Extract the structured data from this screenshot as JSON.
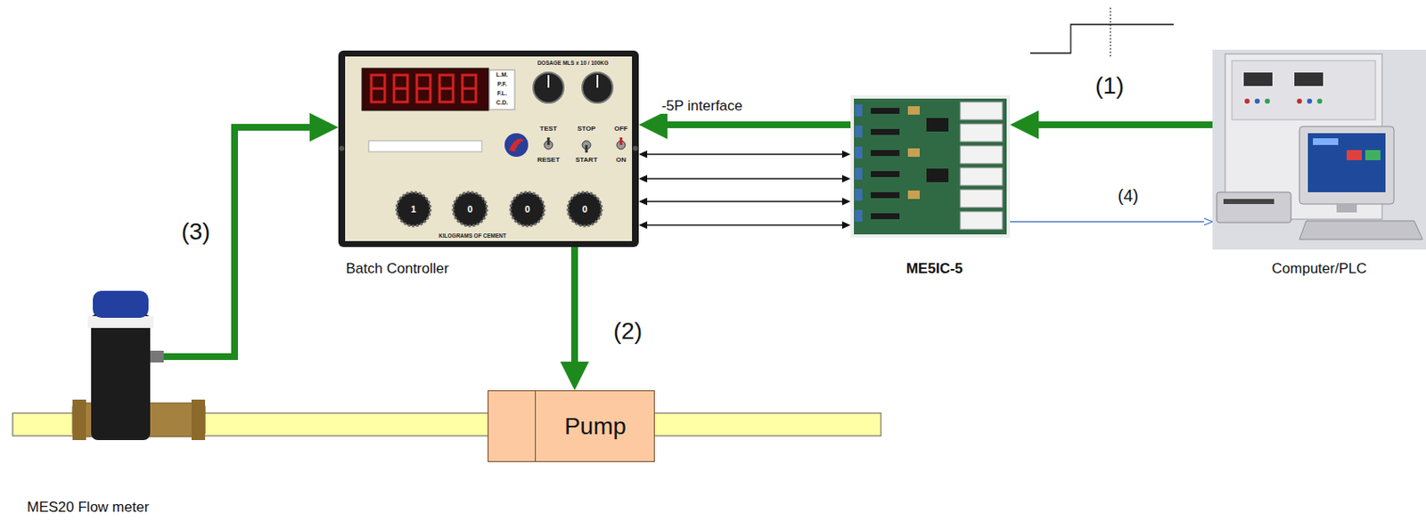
{
  "diagram": {
    "nodes": [
      {
        "text": [
          "Batch Controller"
        ]
      },
      {
        "text": [
          "ME5IC-5"
        ]
      },
      {
        "text": [
          "Computer/PLC"
        ]
      },
      {
        "text": [
          "Pump"
        ]
      },
      {
        "text": [
          "MES20 Flow meter"
        ]
      }
    ],
    "edges": [
      {
        "from": 2,
        "to": 1,
        "arrow": "to",
        "label": "(1)"
      },
      {
        "from": 1,
        "to": 0,
        "arrow": "to",
        "label": "-5P interface"
      },
      {
        "from": 0,
        "to": 3,
        "arrow": "to",
        "label": "(2)"
      },
      {
        "from": 4,
        "to": 0,
        "arrow": "to",
        "label": "(3)"
      },
      {
        "from": 0,
        "to": 1,
        "arrow": "both"
      },
      {
        "from": 0,
        "to": 1,
        "arrow": "both"
      },
      {
        "from": 0,
        "to": 1,
        "arrow": "both"
      },
      {
        "from": 0,
        "to": 1,
        "arrow": "both"
      },
      {
        "from": 1,
        "to": 2,
        "arrow": "to",
        "label": "(4)"
      }
    ],
    "labels": [
      "L.M.",
      "P.F.",
      "F.L.",
      "C.D.",
      "DOSAGE MLS x 10 / 100KG",
      "TEST",
      "STOP",
      "OFF",
      "RESET",
      "START",
      "ON",
      "1",
      "0",
      "0",
      "0",
      "KILOGRAMS OF CEMENT"
    ]
  }
}
